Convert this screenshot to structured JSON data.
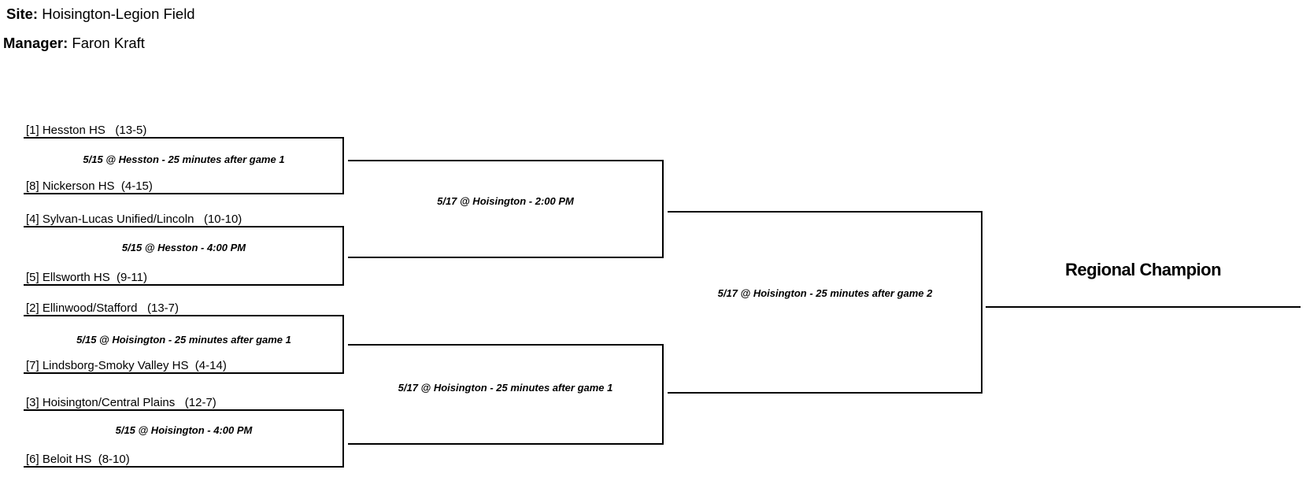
{
  "header": {
    "site_label": "Site:",
    "site_value": " Hoisington-Legion Field",
    "manager_label": "Manager:",
    "manager_value": " Faron Kraft"
  },
  "bracket": {
    "round1": [
      {
        "top_team": "[1] Hesston HS   (13-5)",
        "bottom_team": "[8] Nickerson HS  (4-15)",
        "game_info": "5/15 @ Hesston - 25 minutes after game 1"
      },
      {
        "top_team": "[4] Sylvan-Lucas Unified/Lincoln   (10-10)",
        "bottom_team": "[5] Ellsworth HS  (9-11)",
        "game_info": "5/15 @ Hesston - 4:00 PM"
      },
      {
        "top_team": "[2] Ellinwood/Stafford   (13-7)",
        "bottom_team": "[7] Lindsborg-Smoky Valley HS  (4-14)",
        "game_info": "5/15 @ Hoisington - 25 minutes after game 1"
      },
      {
        "top_team": "[3] Hoisington/Central Plains   (12-7)",
        "bottom_team": "[6] Beloit HS  (8-10)",
        "game_info": "5/15 @ Hoisington - 4:00 PM"
      }
    ],
    "semifinals": [
      {
        "game_info": "5/17 @ Hoisington - 2:00 PM"
      },
      {
        "game_info": "5/17 @ Hoisington - 25 minutes after game 1"
      }
    ],
    "final": {
      "game_info": "5/17 @ Hoisington - 25 minutes after game 2"
    },
    "champion_label": "Regional Champion"
  },
  "colors": {
    "line": "#000000",
    "text": "#000000",
    "background": "#ffffff"
  }
}
